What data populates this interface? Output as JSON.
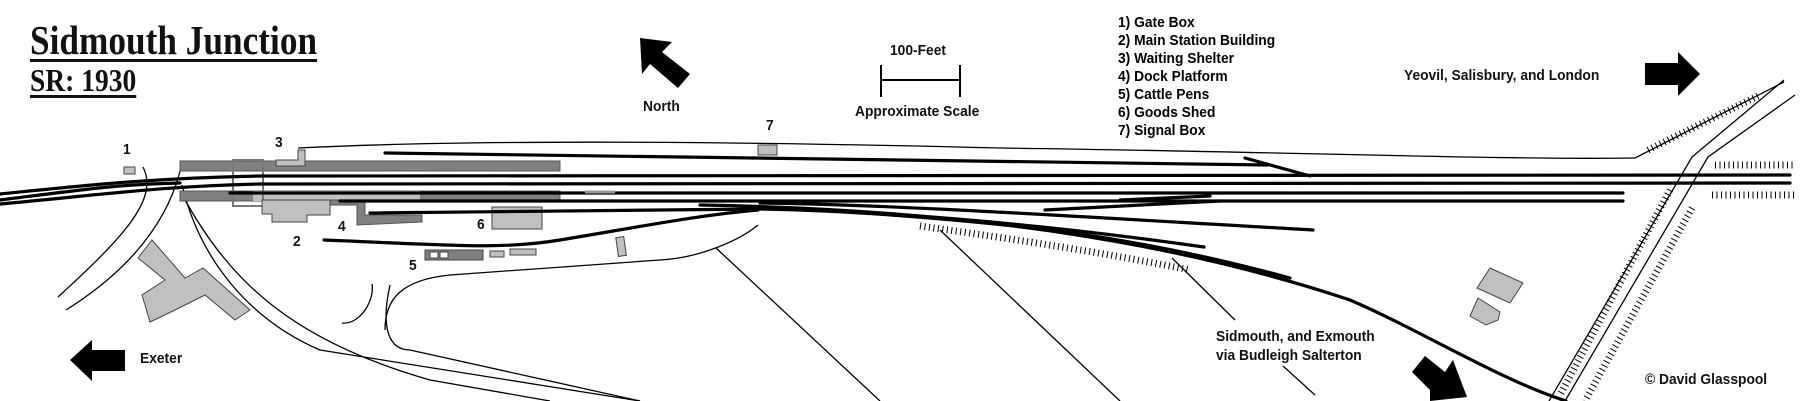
{
  "title": "Sidmouth Junction",
  "subtitle": "SR: 1930",
  "north_label": "North",
  "scale": {
    "top_label": "100-Feet",
    "bottom_label": "Approximate Scale"
  },
  "legend": [
    "1) Gate Box",
    "2) Main Station Building",
    "3) Waiting Shelter",
    "4) Dock Platform",
    "5) Cattle Pens",
    "6) Goods Shed",
    "7) Signal Box"
  ],
  "markers": [
    "1",
    "2",
    "3",
    "4",
    "5",
    "6",
    "7"
  ],
  "destinations": {
    "east": "Yeovil, Salisbury, and London",
    "west": "Exeter",
    "branch_line1": "Sidmouth, and Exmouth",
    "branch_line2": "via Budleigh Salterton"
  },
  "copyright": "© David Glasspool",
  "colors": {
    "platform": "#808080",
    "building": "#c0c0c0",
    "track": "#000000"
  }
}
